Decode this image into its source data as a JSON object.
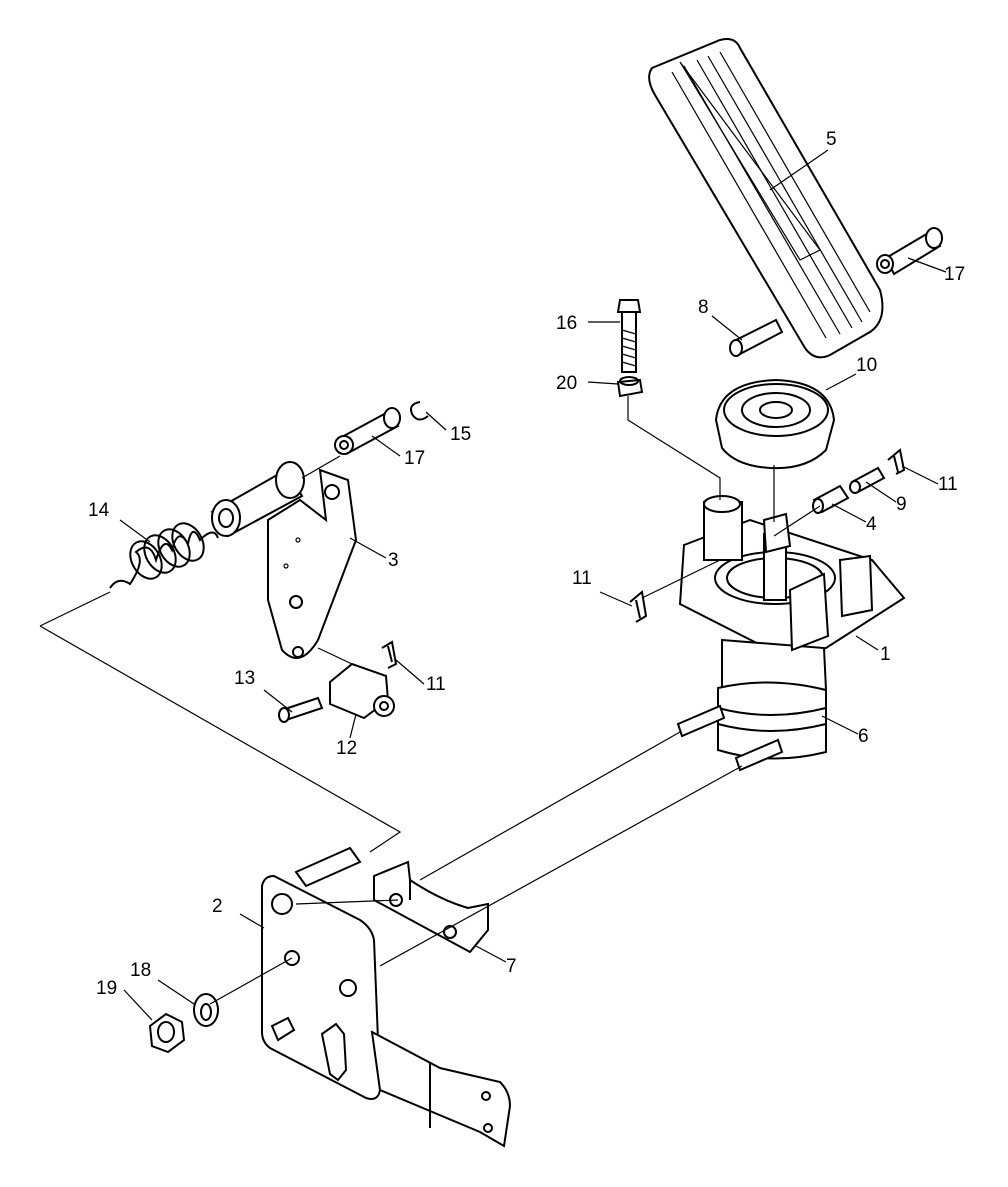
{
  "callouts": {
    "c1": "1",
    "c2": "2",
    "c3": "3",
    "c4": "4",
    "c5": "5",
    "c6": "6",
    "c7": "7",
    "c8": "8",
    "c9": "9",
    "c10": "10",
    "c11a": "11",
    "c11b": "11",
    "c11c": "11",
    "c12": "12",
    "c13": "13",
    "c14": "14",
    "c15": "15",
    "c16": "16",
    "c17a": "17",
    "c17b": "17",
    "c18": "18",
    "c19": "19",
    "c20": "20"
  },
  "colors": {
    "line": "#000000",
    "background": "#ffffff"
  }
}
